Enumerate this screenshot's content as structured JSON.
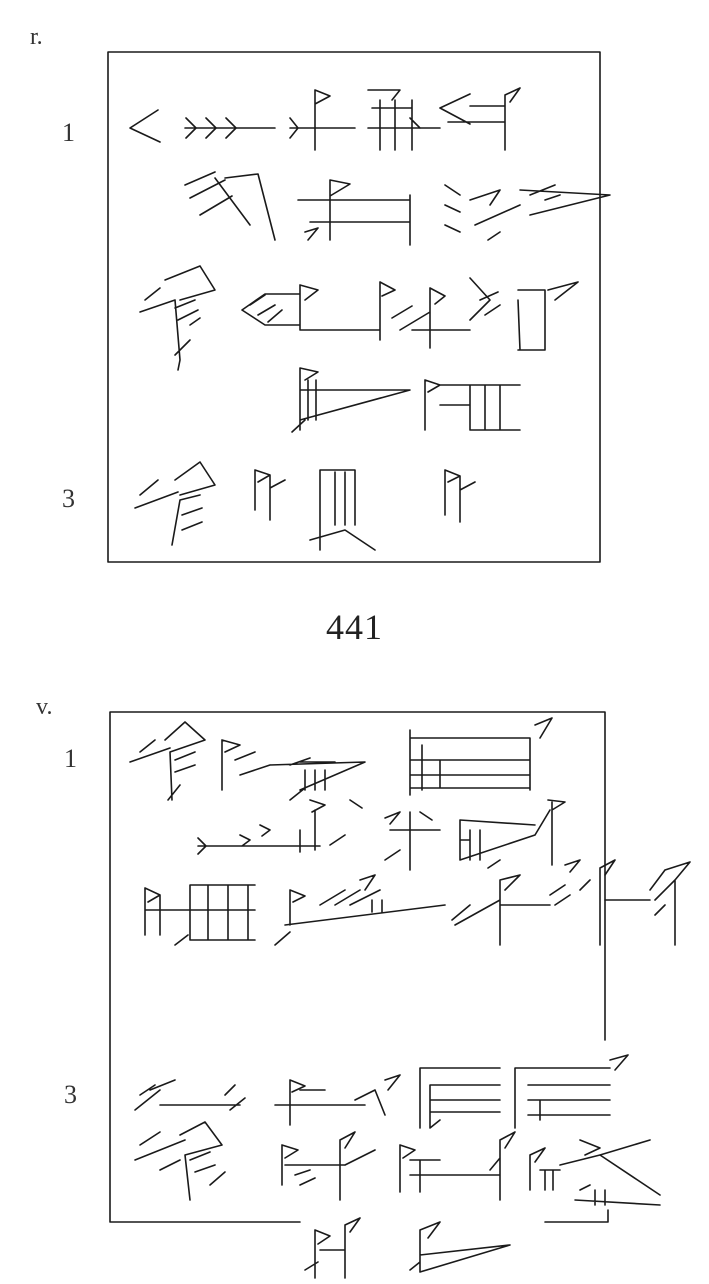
{
  "document": {
    "object_number": "441",
    "reverse": {
      "side_label": "r.",
      "line_numbers": [
        "1",
        "3"
      ]
    },
    "obverse": {
      "side_label": "v.",
      "line_numbers": [
        "1",
        "3"
      ]
    }
  }
}
